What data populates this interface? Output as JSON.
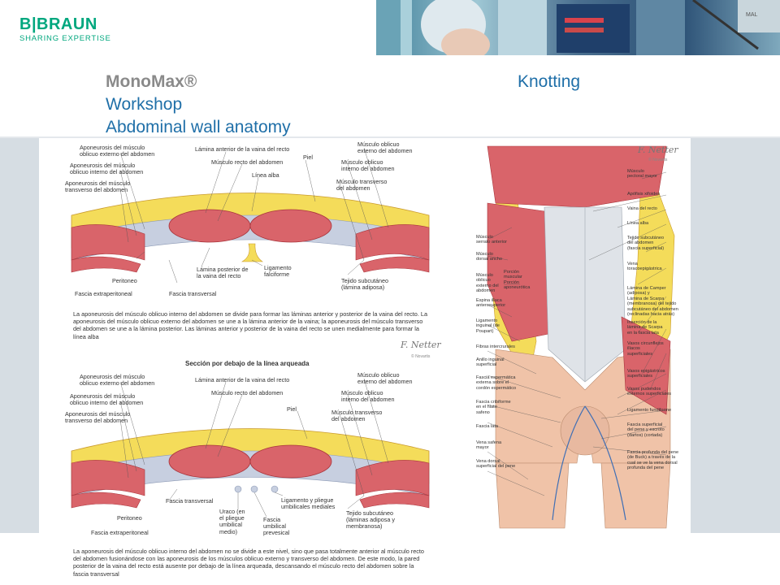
{
  "header": {
    "brand_name": "B|BRAUN",
    "brand_tagline": "SHARING EXPERTISE",
    "photo_label": "MAL"
  },
  "titles": {
    "course": "MonoMax®",
    "topic": "Knotting",
    "line2": "Workshop",
    "line3": "Abdominal wall anatomy"
  },
  "figure_top": {
    "labels": {
      "l1": "Aponeurosis del músculo",
      "l1b": "oblicuo externo del abdomen",
      "l2": "Aponeurosis del músculo",
      "l2b": "oblicuo interno del abdomen",
      "l3": "Aponeurosis del músculo",
      "l3b": "transverso del abdomen",
      "l4": "Lámina anterior de la vaina del recto",
      "l5": "Músculo recto del abdomen",
      "l6": "Piel",
      "l7": "Línea alba",
      "l8": "Músculo oblicuo",
      "l8b": "externo del abdomen",
      "l9": "Músculo oblicuo",
      "l9b": "interno del abdomen",
      "l10": "Músculo transverso",
      "l10b": "del abdomen",
      "l11": "Peritoneo",
      "l12": "Fascia extraperitoneal",
      "l13": "Fascia transversal",
      "l14": "Lámina posterior de",
      "l14b": "la vaina del recto",
      "l15": "Ligamento",
      "l15b": "falciforme",
      "l16": "Tejido subcutáneo",
      "l16b": "(lámina adiposa)"
    },
    "caption": "La aponeurosis del músculo oblicuo interno del abdomen se divide para formar las láminas anterior y posterior de la vaina del recto. La aponeurosis del músculo oblicuo externo del abdomen se une a la lámina anterior de la vaina; la aponeurosis del músculo transverso del abdomen se une a la lámina posterior. Las láminas anterior y posterior de la vaina del recto se unen medialmente para formar la línea alba",
    "signature": "F. Netter",
    "signature_sub": "© Novartis"
  },
  "figure_bottom": {
    "section_title": "Sección por debajo de la línea arqueada",
    "labels": {
      "l1": "Aponeurosis del músculo",
      "l1b": "oblicuo externo del abdomen",
      "l2": "Aponeurosis del músculo",
      "l2b": "oblicuo interno del abdomen",
      "l3": "Aponeurosis del músculo",
      "l3b": "transverso del abdomen",
      "l4": "Lámina anterior de la vaina del recto",
      "l5": "Músculo recto del abdomen",
      "l6": "Piel",
      "l8": "Músculo oblicuo",
      "l8b": "externo del abdomen",
      "l9": "Músculo oblicuo",
      "l9b": "interno del abdomen",
      "l10": "Músculo transverso",
      "l10b": "del abdomen",
      "l11": "Fascia transversal",
      "l12": "Peritoneo",
      "l13": "Fascia extraperitoneal",
      "l14": "Uraco (en",
      "l14b": "el pliegue",
      "l14c": "umbilical",
      "l14d": "medio)",
      "l15": "Fascia",
      "l15b": "umbilical",
      "l15c": "prevesical",
      "l16": "Ligamento y pliegue",
      "l16b": "umbilicales mediales",
      "l17": "Tejido subcutáneo",
      "l17b": "(láminas adiposa y",
      "l17c": "membranosa)"
    },
    "caption": "La aponeurosis del músculo oblicuo interno del abdomen no se divide a este nivel, sino que pasa totalmente anterior al músculo recto del abdomen fusionándose con las aponeurosis de los músculos oblicuo externo y transverso del abdomen. De este modo, la pared posterior de la vaina del recto está ausente por debajo de la línea arqueada, descansando el músculo recto del abdomen sobre la fascia transversal"
  },
  "figure_right": {
    "signature": "F. Netter",
    "signature_sub": "© Novartis",
    "labels_left": {
      "a1": "Músculo",
      "a1b": "serrato anterior",
      "a2": "Músculo",
      "a2b": "dorsal ancho",
      "a3": "Músculo",
      "a3b": "oblicuo",
      "a3c": "externo del",
      "a3d": "abdomen",
      "a4": "Porción",
      "a4b": "muscular",
      "a4c": "Porción",
      "a4d": "aponeurótica",
      "a5": "Espina ilíaca",
      "a5b": "anterosuperior",
      "a6": "Ligamento",
      "a6b": "inguinal (de",
      "a6c": "Poupart)",
      "a7": "Fibras intercrurales",
      "a8": "Anillo inguinal",
      "a8b": "superficial",
      "a9": "Fascia espermática",
      "a9b": "externa sobre el",
      "a9c": "cordón espermático",
      "a10": "Fascia cribiforme",
      "a10b": "en el hiato",
      "a10c": "safeno",
      "a11": "Fascia lata",
      "a12": "Vena safena",
      "a12b": "mayor",
      "a13": "Vena dorsal",
      "a13b": "superficial del pene"
    },
    "labels_right": {
      "b1": "Músculo",
      "b1b": "pectoral mayor",
      "b2": "Apófisis xifoides",
      "b3": "Vaina del recto",
      "b4": "Línea alba",
      "b5": "Tejido subcutáneo",
      "b5b": "del abdomen",
      "b5c": "(fascia superficial)",
      "b6": "Vena",
      "b6b": "toracoepigástrica",
      "b7": "Lámina de Camper",
      "b7b": "(adiposa) y",
      "b7c": "Lámina de Scarpa",
      "b7d": "(membranosa) del tejido",
      "b7e": "subcutáneo del abdomen",
      "b7f": "(reclinadas hacia atrás)",
      "b8": "Inserción de la",
      "b8b": "lámina de Scarpa",
      "b8c": "en la fascia lata",
      "b9": "Vasos circunflejos",
      "b9b": "ilíacos",
      "b9c": "superficiales",
      "b10": "Vasos epigástricos",
      "b10b": "superficiales",
      "b11": "Vasos pudendos",
      "b11b": "externos superficiales",
      "b12": "Ligamento fundiforme",
      "b13": "Fascia superficial",
      "b13b": "del pene y escroto",
      "b13c": "(dartos) (cortada)",
      "b14": "Fascia profunda del pene",
      "b14b": "(de Buck) a través de la",
      "b14c": "cual se ve la vena dorsal",
      "b14d": "profunda del pene"
    }
  },
  "colors": {
    "brand_green": "#00a77e",
    "title_blue": "#1f6fa8",
    "title_grey": "#8a8a8a",
    "muscle": "#d9646a",
    "fat": "#f4dc5a",
    "fascia": "#c7cfe0",
    "band": "#d6dde3"
  }
}
